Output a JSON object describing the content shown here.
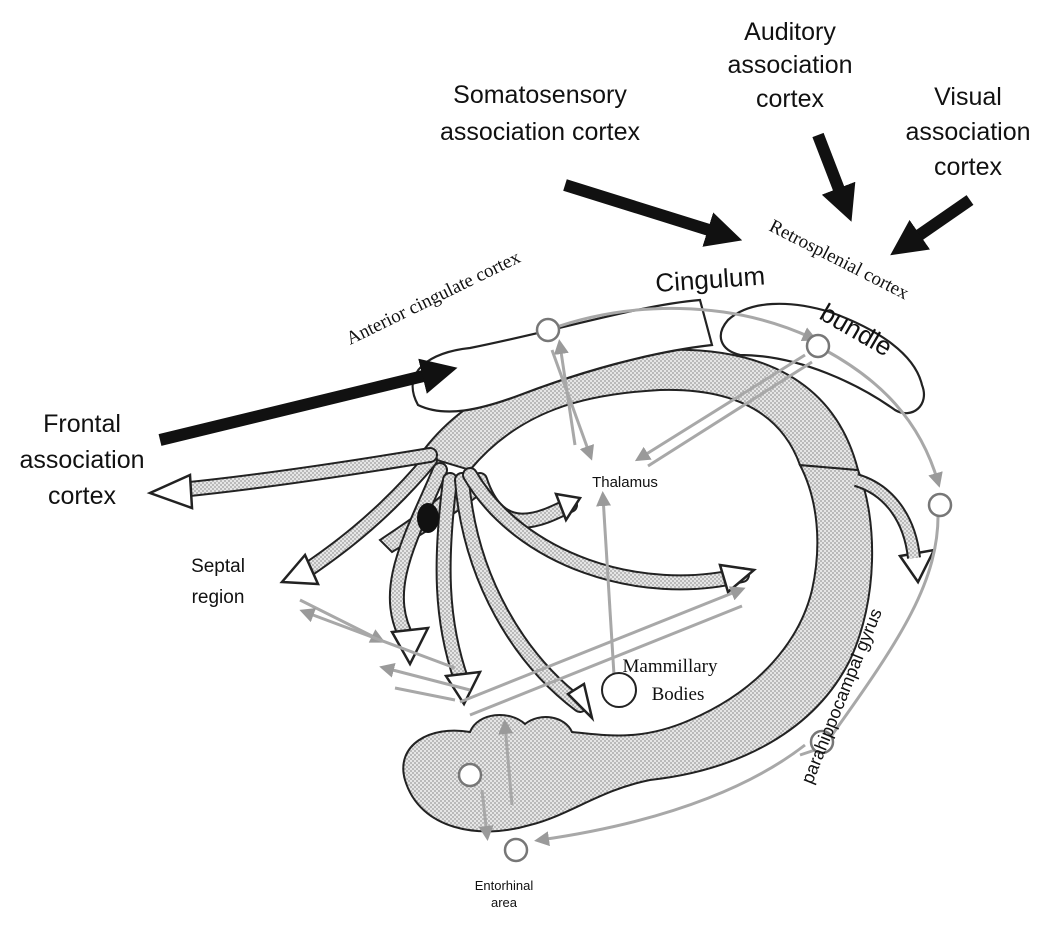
{
  "diagram": {
    "labels": {
      "auditory_l1": "Auditory",
      "auditory_l2": "association",
      "auditory_l3": "cortex",
      "somato_l1": "Somatosensory",
      "somato_l2": "association cortex",
      "visual_l1": "Visual",
      "visual_l2": "association",
      "visual_l3": "cortex",
      "frontal_l1": "Frontal",
      "frontal_l2": "association",
      "frontal_l3": "cortex",
      "anterior_cingulate": "Anterior cingulate cortex",
      "retrosplenial": "Retrosplenial cortex",
      "cingulum": "Cingulum",
      "bundle": "bundle",
      "thalamus": "Thalamus",
      "septal_l1": "Septal",
      "septal_l2": "region",
      "mammillary_l1": "Mammillary",
      "mammillary_l2": "Bodies",
      "parahippocampal": "parahippocampal gyrus",
      "entorhinal_l1": "Entorhinal",
      "entorhinal_l2": "area"
    },
    "colors": {
      "black_arrow": "#111111",
      "gray_pathway": "#b5b5b5",
      "outline": "#222222",
      "hippocampus_fill": "#d4d4d4"
    }
  }
}
